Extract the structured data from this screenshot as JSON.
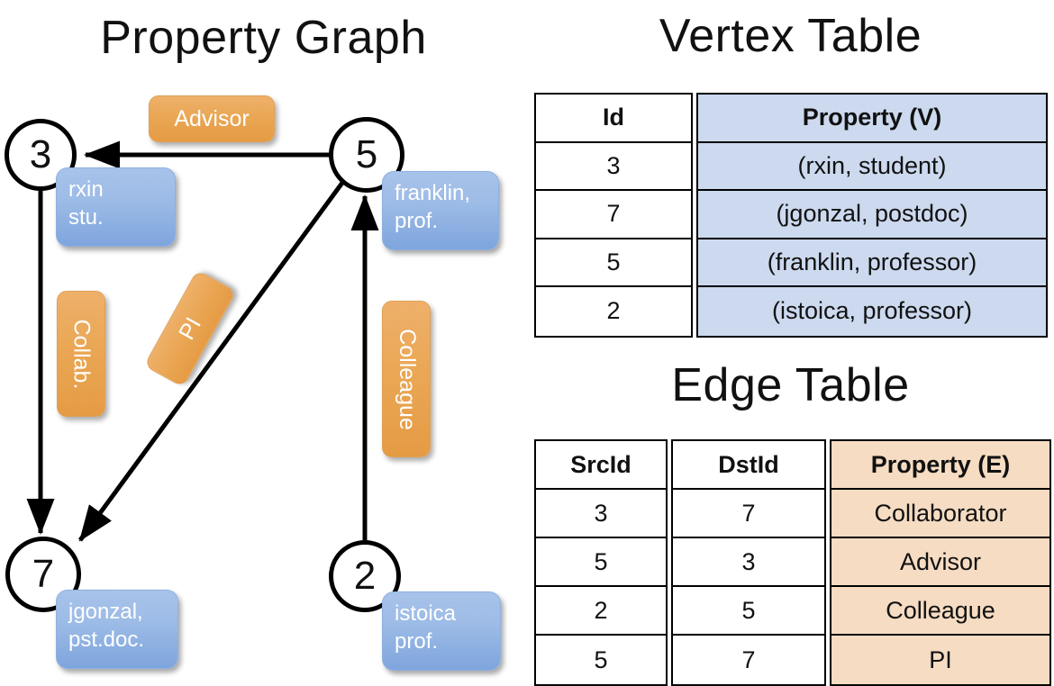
{
  "titles": {
    "property_graph": "Property Graph",
    "vertex_table": "Vertex Table",
    "edge_table": "Edge Table"
  },
  "colors": {
    "vertex_property_fill": "#ccd9ef",
    "edge_property_fill": "#f5dcc2",
    "bubble_blue": "#9cbbe6",
    "label_orange": "#eaa755",
    "stroke": "#000000"
  },
  "graph": {
    "nodes": [
      {
        "id": "3",
        "property": "rxin\nstu."
      },
      {
        "id": "5",
        "property": "franklin,\nprof."
      },
      {
        "id": "7",
        "property": "jgonzal,\npst.doc."
      },
      {
        "id": "2",
        "property": "istoica\nprof."
      }
    ],
    "node_labels": {
      "n3": "3",
      "n5": "5",
      "n7": "7",
      "n2": "2"
    },
    "bubbles": {
      "rxin_line1": "rxin",
      "rxin_line2": "stu.",
      "franklin_line1": "franklin,",
      "franklin_line2": "prof.",
      "jgonzal_line1": "jgonzal,",
      "jgonzal_line2": "pst.doc.",
      "istoica_line1": "istoica",
      "istoica_line2": "prof."
    },
    "edge_labels": {
      "advisor": "Advisor",
      "collab": "Collab.",
      "pi": "PI",
      "colleague": "Colleague"
    },
    "edges": [
      {
        "src": "5",
        "dst": "3",
        "label": "Advisor"
      },
      {
        "src": "3",
        "dst": "7",
        "label": "Collab."
      },
      {
        "src": "5",
        "dst": "7",
        "label": "PI"
      },
      {
        "src": "2",
        "dst": "5",
        "label": "Colleague"
      }
    ]
  },
  "vertex_table": {
    "headers": [
      "Id",
      "Property (V)"
    ],
    "rows": [
      {
        "id": "3",
        "property": "(rxin, student)"
      },
      {
        "id": "7",
        "property": "(jgonzal, postdoc)"
      },
      {
        "id": "5",
        "property": "(franklin, professor)"
      },
      {
        "id": "2",
        "property": "(istoica, professor)"
      }
    ]
  },
  "edge_table": {
    "headers": [
      "SrcId",
      "DstId",
      "Property (E)"
    ],
    "rows": [
      {
        "srcid": "3",
        "dstid": "7",
        "property": "Collaborator"
      },
      {
        "srcid": "5",
        "dstid": "3",
        "property": "Advisor"
      },
      {
        "srcid": "2",
        "dstid": "5",
        "property": "Colleague"
      },
      {
        "srcid": "5",
        "dstid": "7",
        "property": "PI"
      }
    ]
  }
}
